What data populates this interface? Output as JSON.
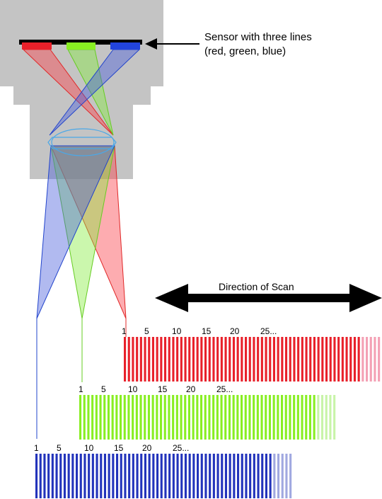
{
  "sensor_label": {
    "line1": "Sensor with three lines",
    "line2": "(red, green, blue)"
  },
  "scan_label": "Direction of Scan",
  "tick_labels": [
    "1",
    "5",
    "10",
    "15",
    "20",
    "25..."
  ],
  "bands": [
    {
      "name": "red",
      "color": "#e8202a",
      "faded_color": "#f4a0b4"
    },
    {
      "name": "green",
      "color": "#88ee22",
      "faded_color": "#c8f4a8"
    },
    {
      "name": "blue",
      "color": "#2233bb",
      "faded_color": "#a0a8e0"
    }
  ],
  "colors": {
    "housing": "#c4c4c4",
    "sensor_bar": "#000000",
    "lens_outline": "#4aa8e8",
    "arrow": "#000000"
  }
}
